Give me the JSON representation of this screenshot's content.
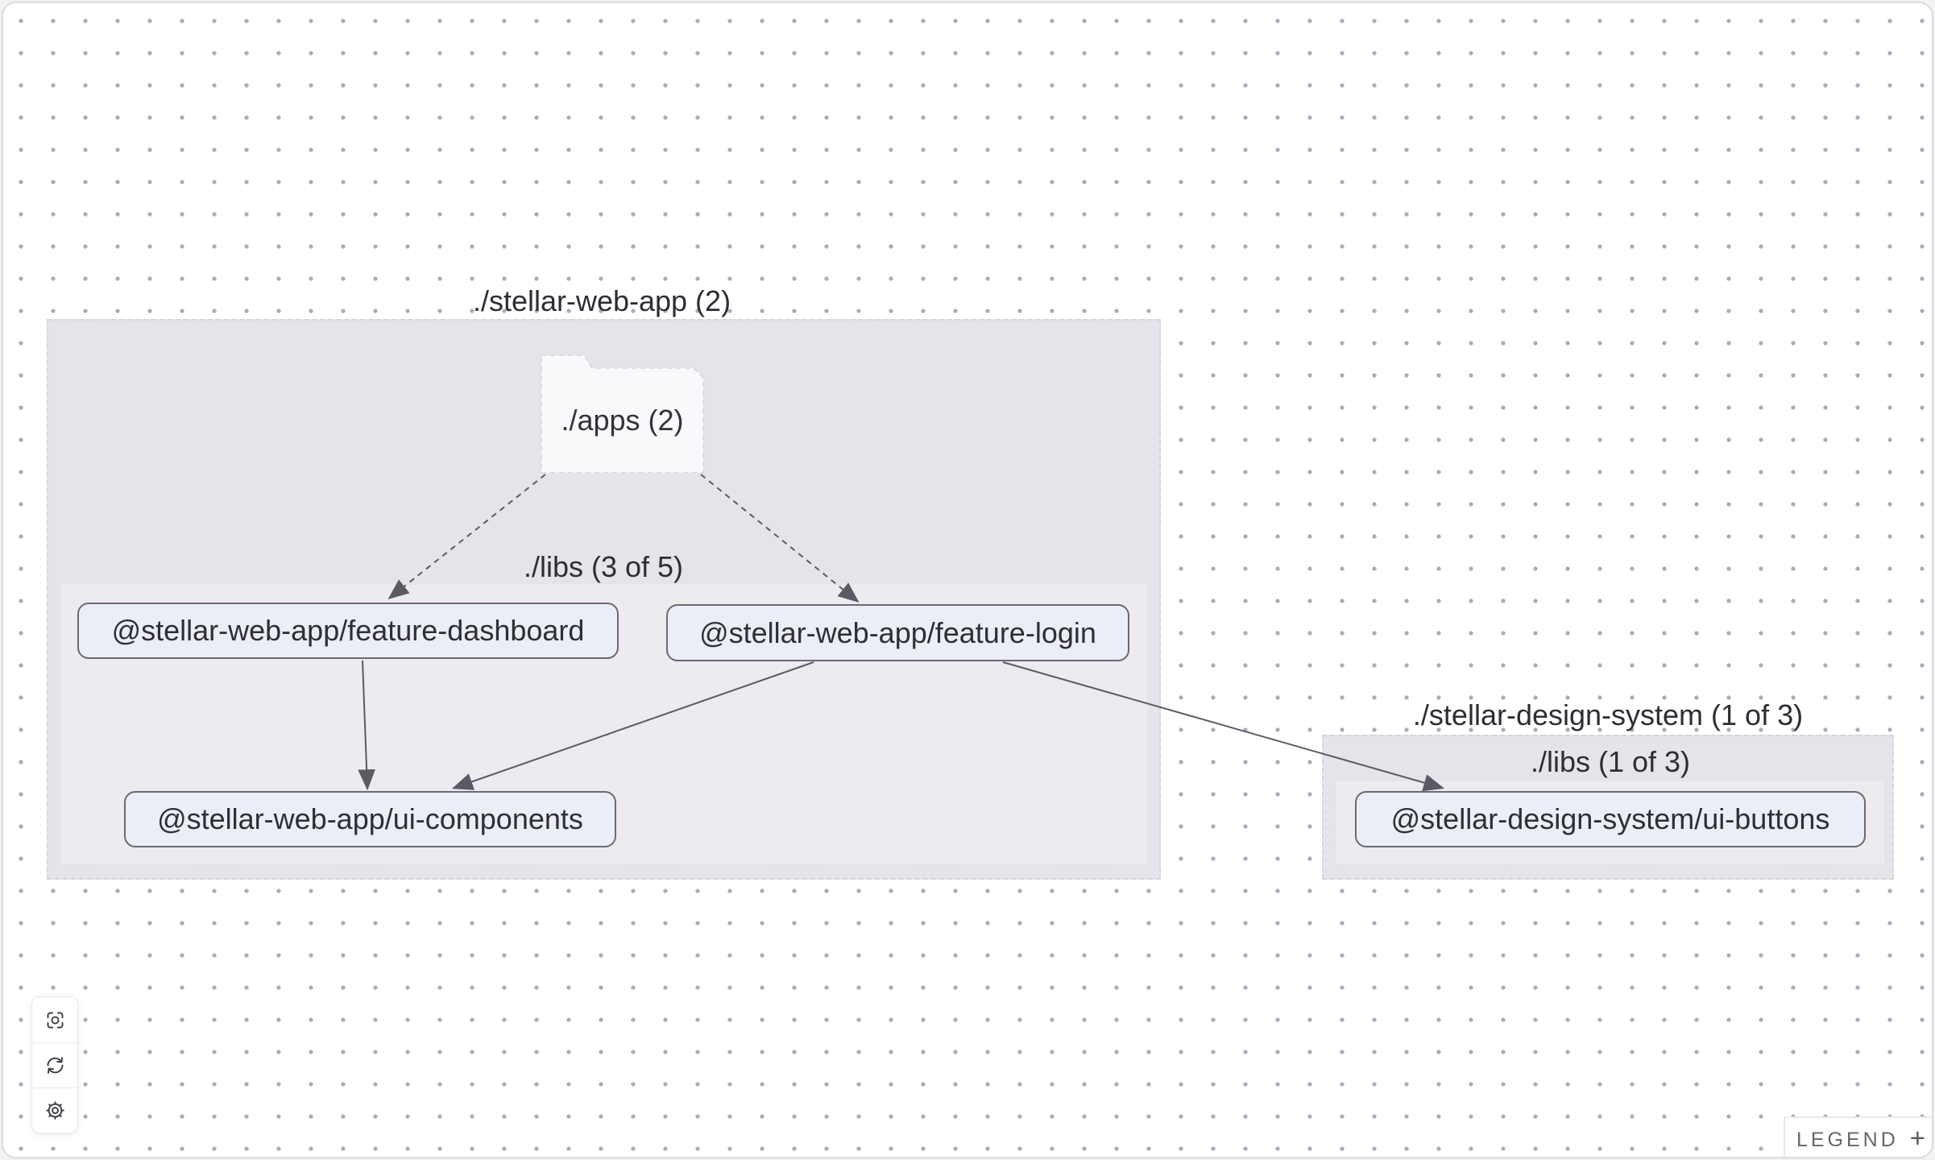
{
  "colors": {
    "canvas_bg": "#ffffff",
    "dot": "#a4aebc",
    "group_fill": "#e6e4ea",
    "node_fill": "#ebedf7",
    "node_border": "#6a6973",
    "edge": "#5b5a64",
    "folder_fill": "#f9f8fb"
  },
  "groups": {
    "webApp": {
      "label": "./stellar-web-app (2)"
    },
    "webAppLibs": {
      "label": "./libs (3 of 5)"
    },
    "designSystem": {
      "label": "./stellar-design-system (1 of 3)"
    },
    "designSystemLibs": {
      "label": "./libs (1 of 3)"
    }
  },
  "nodes": {
    "apps": {
      "label": "./apps (2)",
      "type": "folder"
    },
    "featureDashboard": {
      "label": "@stellar-web-app/feature-dashboard",
      "type": "library"
    },
    "featureLogin": {
      "label": "@stellar-web-app/feature-login",
      "type": "library"
    },
    "uiComponents": {
      "label": "@stellar-web-app/ui-components",
      "type": "library"
    },
    "uiButtons": {
      "label": "@stellar-design-system/ui-buttons",
      "type": "library"
    }
  },
  "edges": [
    {
      "source": "./apps (2)",
      "target": "@stellar-web-app/feature-dashboard",
      "style": "dashed"
    },
    {
      "source": "./apps (2)",
      "target": "@stellar-web-app/feature-login",
      "style": "dashed"
    },
    {
      "source": "@stellar-web-app/feature-dashboard",
      "target": "@stellar-web-app/ui-components",
      "style": "solid"
    },
    {
      "source": "@stellar-web-app/feature-login",
      "target": "@stellar-web-app/ui-components",
      "style": "solid"
    },
    {
      "source": "@stellar-web-app/feature-login",
      "target": "@stellar-design-system/ui-buttons",
      "style": "solid"
    }
  ],
  "toolbar": {
    "buttons": [
      {
        "icon": "center-graph-icon"
      },
      {
        "icon": "refresh-icon"
      },
      {
        "icon": "settings-gear-icon"
      }
    ]
  },
  "legend": {
    "label": "LEGEND",
    "expand": "+"
  }
}
